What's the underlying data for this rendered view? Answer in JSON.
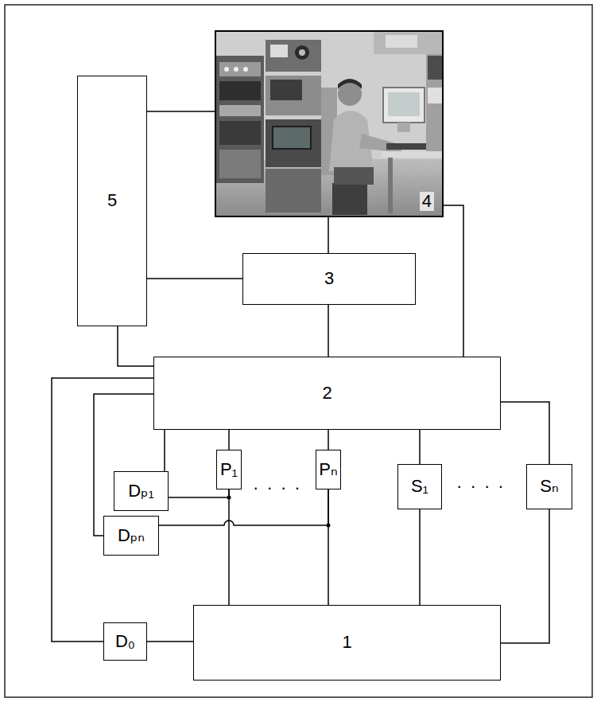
{
  "diagram": {
    "nodes": [
      {
        "text": [
          "4"
        ]
      },
      {
        "text": [
          "5"
        ]
      },
      {
        "text": [
          "3"
        ]
      },
      {
        "text": [
          "2"
        ]
      },
      {
        "text": [
          "P₁"
        ]
      },
      {
        "text": [
          "Pₙ"
        ]
      },
      {
        "text": [
          "S₁"
        ]
      },
      {
        "text": [
          "Sₙ"
        ]
      },
      {
        "text": [
          "Dₚ₁"
        ]
      },
      {
        "text": [
          "Dₚₙ"
        ]
      },
      {
        "text": [
          "D₀"
        ]
      },
      {
        "text": [
          "1"
        ]
      }
    ],
    "edges": [
      {
        "from": 1,
        "to": 0,
        "arrow": "none"
      },
      {
        "from": 1,
        "to": 2,
        "arrow": "none"
      },
      {
        "from": 1,
        "to": 3,
        "arrow": "none"
      },
      {
        "from": 0,
        "to": 2,
        "arrow": "none"
      },
      {
        "from": 2,
        "to": 3,
        "arrow": "none"
      },
      {
        "from": 0,
        "to": 3,
        "arrow": "none"
      },
      {
        "from": 3,
        "to": 4,
        "arrow": "none"
      },
      {
        "from": 3,
        "to": 5,
        "arrow": "none"
      },
      {
        "from": 3,
        "to": 6,
        "arrow": "none"
      },
      {
        "from": 3,
        "to": 7,
        "arrow": "none"
      },
      {
        "from": 3,
        "to": 8,
        "arrow": "none"
      },
      {
        "from": 3,
        "to": 9,
        "arrow": "none"
      },
      {
        "from": 3,
        "to": 10,
        "arrow": "none"
      },
      {
        "from": 4,
        "to": 11,
        "arrow": "none"
      },
      {
        "from": 5,
        "to": 11,
        "arrow": "none"
      },
      {
        "from": 6,
        "to": 11,
        "arrow": "none"
      },
      {
        "from": 7,
        "to": 11,
        "arrow": "none"
      },
      {
        "from": 10,
        "to": 11,
        "arrow": "none"
      },
      {
        "from": 8,
        "to": 4,
        "arrow": "none"
      },
      {
        "from": 9,
        "to": 5,
        "arrow": "none"
      }
    ],
    "labels": [
      "· · · ·",
      "· · · ·"
    ]
  }
}
